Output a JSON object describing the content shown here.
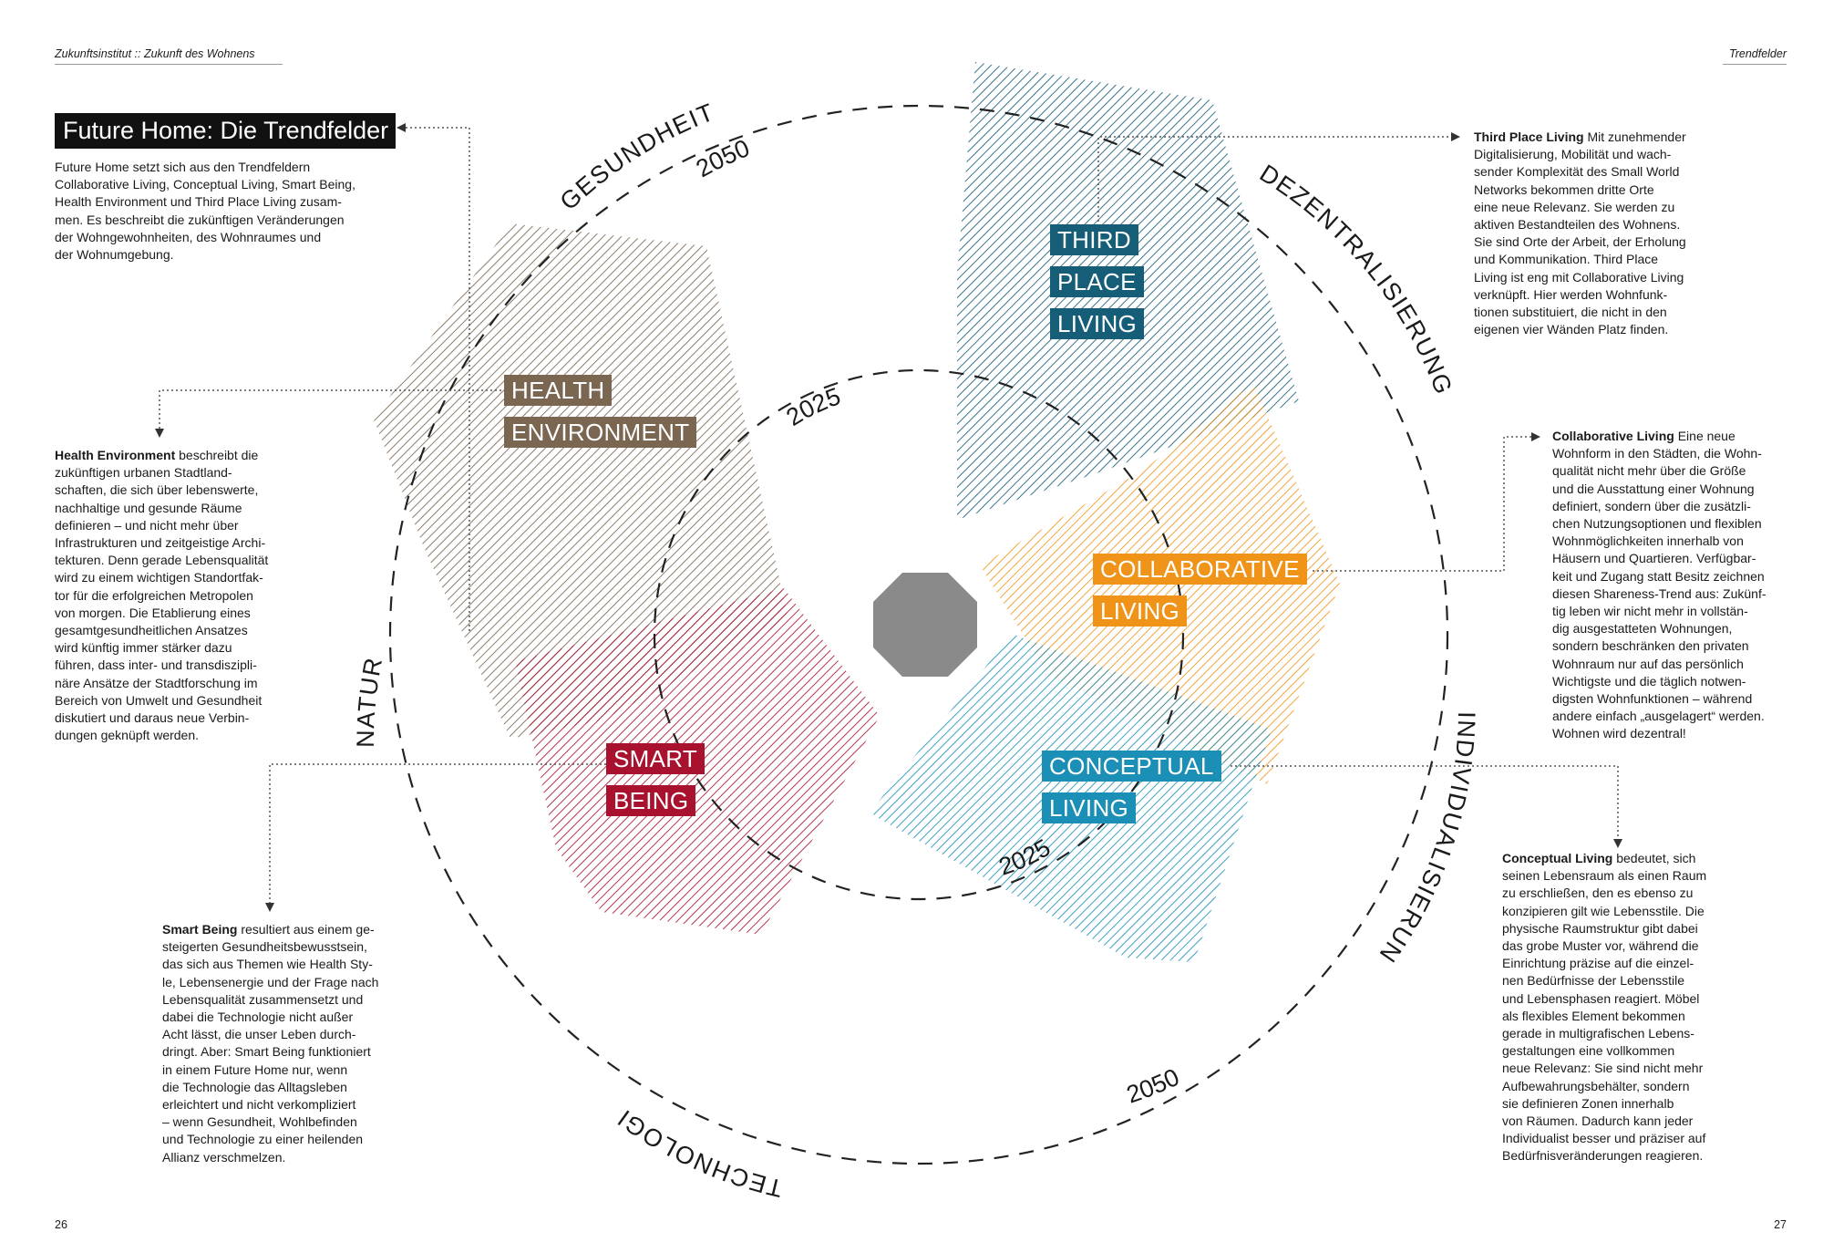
{
  "header": {
    "left": "Zukunftsinstitut :: Zukunft des Wohnens",
    "right": "Trendfelder"
  },
  "page_numbers": {
    "left": "26",
    "right": "27"
  },
  "intro": {
    "title": "Future Home: Die Trendfelder",
    "text": "Future Home setzt sich aus den Trendfeldern\nCollaborative Living, Conceptual Living, Smart Being,\nHealth Environment und Third Place Living zusam-\nmen. Es beschreibt die zukünftigen Veränderungen\nder Wohngewohnheiten, des Wohnraumes und\nder Wohnumgebung."
  },
  "trends": {
    "health": {
      "term": "Health Environment",
      "label_lines": [
        "HEALTH",
        "ENVIRONMENT"
      ],
      "color": "#7b6651",
      "text": "beschreibt die\nzukünftigen urbanen Stadtland-\nschaften, die sich über lebenswerte,\nnachhaltige und gesunde Räume\ndefinieren – und nicht mehr über\nInfrastrukturen und zeitgeistige Archi-\ntekturen. Denn gerade Lebensqualität\nwird zu einem wichtigen Standortfak-\ntor für die erfolgreichen Metropolen\nvon morgen. Die Etablierung eines\ngesamtgesundheitlichen Ansatzes\nwird künftig immer stärker dazu\nführen, dass inter- und transdiszipli-\nnäre Ansätze der Stadtforschung im\nBereich von Umwelt und Gesundheit\ndiskutiert und daraus neue Verbin-\ndungen geknüpft werden."
    },
    "smart": {
      "term": "Smart Being",
      "label_lines": [
        "SMART",
        "BEING"
      ],
      "color": "#a8122e",
      "text": "resultiert aus einem ge-\nsteigerten Gesundheitsbewusstsein,\ndas sich aus Themen wie Health Sty-\nle, Lebensenergie und der Frage nach\nLebensqualität zusammensetzt und\ndabei die Technologie nicht außer\nAcht lässt, die unser Leben durch-\ndringt. Aber: Smart Being funktioniert\nin einem Future Home nur, wenn\ndie Technologie das Alltagsleben\nerleichtert und nicht verkompliziert\n– wenn Gesundheit, Wohlbefinden\nund Technologie zu einer heilenden\nAllianz verschmelzen."
    },
    "third": {
      "term": "Third Place Living",
      "label_lines": [
        "THIRD",
        "PLACE",
        "LIVING"
      ],
      "color": "#165d78",
      "text": "Mit zunehmender\nDigitalisierung, Mobilität und wach-\nsender Komplexität des Small World\nNetworks bekommen dritte Orte\neine neue Relevanz. Sie werden zu\naktiven Bestandteilen des Wohnens.\nSie sind Orte der Arbeit, der Erholung\nund Kommunikation. Third Place\nLiving ist eng mit Collaborative Living\nverknüpft. Hier werden Wohnfunk-\ntionen substituiert, die nicht in den\neigenen vier Wänden Platz finden."
    },
    "collab": {
      "term": "Collaborative Living",
      "label_lines": [
        "COLLABORATIVE",
        "LIVING"
      ],
      "color": "#ef9419",
      "text": "Eine neue\nWohnform in den Städten, die Wohn-\nqualität nicht mehr über die Größe\nund die Ausstattung einer Wohnung\ndefiniert, sondern über die zusätzli-\nchen Nutzungsoptionen und flexiblen\nWohnmöglichkeiten innerhalb von\nHäusern und Quartieren. Verfügbar-\nkeit und Zugang statt Besitz zeichnen\ndiesen Shareness-Trend aus: Zukünf-\ntig leben wir nicht mehr in vollstän-\ndig ausgestatteten Wohnungen,\nsondern beschränken den privaten\nWohnraum nur auf das persönlich\nWichtigste und die täglich notwen-\ndigsten Wohnfunktionen – während\nandere einfach „ausgelagert“ werden.\nWohnen wird dezentral!"
    },
    "conceptual": {
      "term": "Conceptual Living",
      "label_lines": [
        "CONCEPTUAL",
        "LIVING"
      ],
      "color": "#1b8fb5",
      "text": "bedeutet, sich\nseinen Lebensraum als einen Raum\nzu erschließen, den es ebenso zu\nkonzipieren gilt wie Lebensstile. Die\nphysische Raumstruktur gibt dabei\ndas grobe Muster vor, während die\nEinrichtung präzise auf die einzel-\nnen Bedürfnisse der Lebensstile\nund Lebensphasen reagiert. Möbel\nals flexibles Element bekommen\ngerade in multigrafischen Lebens-\ngestaltungen eine vollkommen\nneue Relevanz: Sie sind nicht mehr\nAufbewahrungsbehälter, sondern\nsie definieren Zonen innerhalb\nvon Räumen. Dadurch kann jeder\nIndividualist besser und präziser auf\nBedürfnisveränderungen reagieren."
    }
  },
  "drivers": {
    "gesundheit": "GESUNDHEIT",
    "dezentralisierung": "DEZENTRALISIERUNG",
    "individualisierung": "INDIVIDUALISIERUNG",
    "technologie": "TECHNOLOGIE",
    "natur": "NATUR"
  },
  "years": {
    "outer_top": "2050",
    "outer_bottom": "2050",
    "inner_top": "2025",
    "inner_bottom": "2025"
  },
  "colors": {
    "center_octagon": "#8a8a8a",
    "circle_stroke": "#222222",
    "connector": "#555555"
  }
}
